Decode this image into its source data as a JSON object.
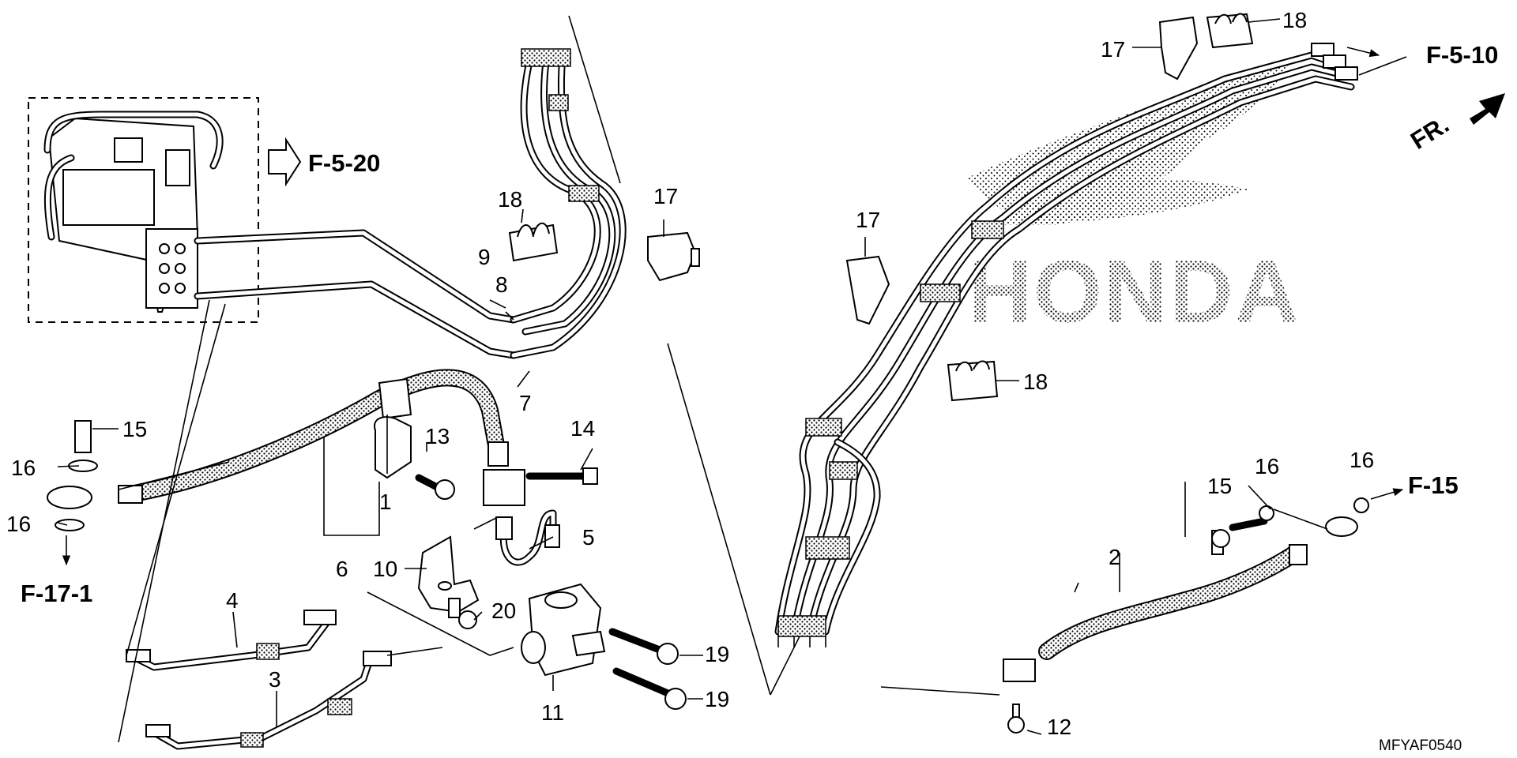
{
  "diagram": {
    "brand_watermark": "HONDA",
    "part_code": "MFYAF0540",
    "direction_label": "FR.",
    "callouts": {
      "c1": "1",
      "c2": "2",
      "c3": "3",
      "c4": "4",
      "c5": "5",
      "c6": "6",
      "c7": "7",
      "c8": "8",
      "c9": "9",
      "c10": "10",
      "c11": "11",
      "c12": "12",
      "c13": "13",
      "c14": "14",
      "c15a": "15",
      "c15b": "15",
      "c16a": "16",
      "c16b": "16",
      "c16c": "16",
      "c16d": "16",
      "c17a": "17",
      "c17b": "17",
      "c17c": "17",
      "c18a": "18",
      "c18b": "18",
      "c18c": "18",
      "c19a": "19",
      "c19b": "19",
      "c20": "20"
    },
    "references": {
      "abs_modulator": "F-5-20",
      "front_lines": "F-5-10",
      "rear_caliper": "F-15",
      "front_caliper": "F-17-1"
    }
  }
}
